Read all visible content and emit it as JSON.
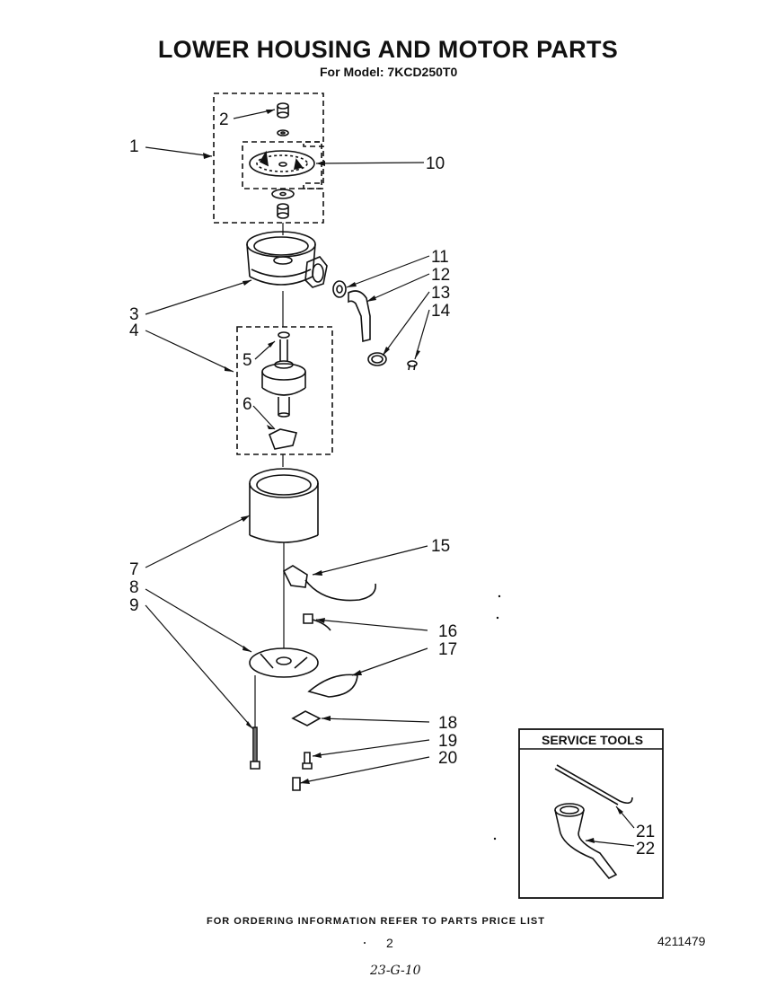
{
  "title": "LOWER HOUSING AND MOTOR PARTS",
  "subtitle": "For Model: 7KCD250T0",
  "callouts": {
    "c1": "1",
    "c2": "2",
    "c3": "3",
    "c4": "4",
    "c5": "5",
    "c6": "6",
    "c7": "7",
    "c8": "8",
    "c9": "9",
    "c10": "10",
    "c11": "11",
    "c12": "12",
    "c13": "13",
    "c14": "14",
    "c15": "15",
    "c16": "16",
    "c17": "17",
    "c18": "18",
    "c19": "19",
    "c20": "20",
    "c21": "21",
    "c22": "22"
  },
  "service_tools": {
    "title": "SERVICE TOOLS"
  },
  "footer": {
    "ordering": "FOR ORDERING INFORMATION REFER TO PARTS PRICE LIST",
    "page": "2",
    "doc_number": "4211479",
    "handwritten": "23-G-10"
  }
}
